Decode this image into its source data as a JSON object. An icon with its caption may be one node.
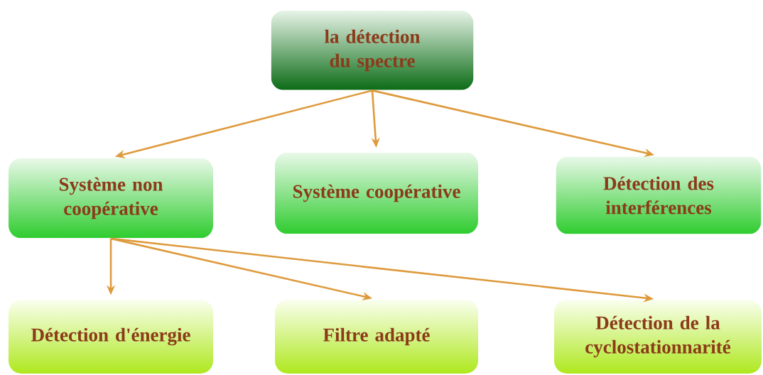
{
  "diagram": {
    "nodes": [
      {
        "text": [
          "la détection du spectre"
        ]
      },
      {
        "text": [
          "Système non coopérative"
        ]
      },
      {
        "text": [
          "Système coopérative"
        ]
      },
      {
        "text": [
          "Détection des interférences"
        ]
      },
      {
        "text": [
          "Détection d'énergie"
        ]
      },
      {
        "text": [
          "Filtre adapté"
        ]
      },
      {
        "text": [
          "Détection de la cyclostationnarité"
        ]
      }
    ],
    "edges": [
      {
        "from": 0,
        "to": 1,
        "arrow": "to"
      },
      {
        "from": 0,
        "to": 2,
        "arrow": "to"
      },
      {
        "from": 0,
        "to": 3,
        "arrow": "to"
      },
      {
        "from": 1,
        "to": 4,
        "arrow": "to"
      },
      {
        "from": 1,
        "to": 5,
        "arrow": "to"
      },
      {
        "from": 1,
        "to": 6,
        "arrow": "to"
      }
    ]
  }
}
